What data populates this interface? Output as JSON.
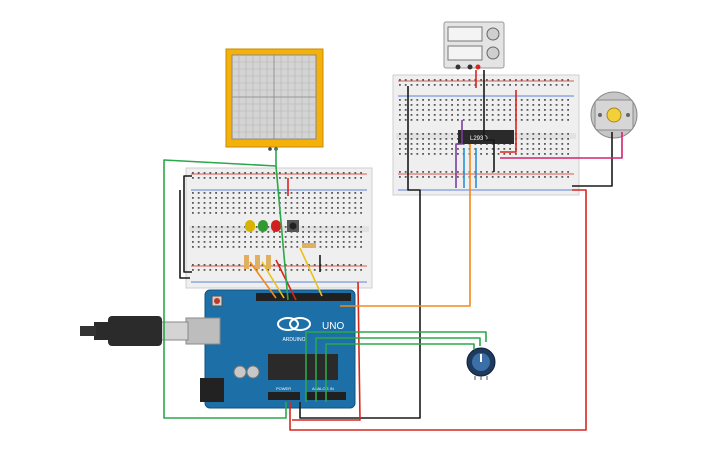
{
  "colors": {
    "wire_red": "#d7261e",
    "wire_black": "#1a1a1a",
    "wire_green": "#2aa84a",
    "wire_orange": "#f08a1c",
    "wire_purple": "#7b3fa0",
    "wire_blue": "#2a8fd6",
    "wire_magenta": "#d4236e",
    "wire_yellow": "#e8c21c",
    "board_blue": "#1d6fa8",
    "breadboard": "#efefef",
    "lcd_frame": "#f5b10b",
    "led_yellow": "#d8b400",
    "led_green": "#2f9a2f",
    "led_red": "#d02020"
  },
  "labels": {
    "arduino_brand": "ARDUINO",
    "arduino_model": "UNO",
    "driver_ic": "L293D",
    "power_header": "POWER",
    "analog_header": "ANALOG IN"
  },
  "components": {
    "usb_cable": "usb-cable-icon",
    "potentiometer": "potentiometer-icon",
    "dc_motor": "dc-motor-icon",
    "power_supply": "power-supply-icon",
    "push_button": "push-button-icon"
  }
}
